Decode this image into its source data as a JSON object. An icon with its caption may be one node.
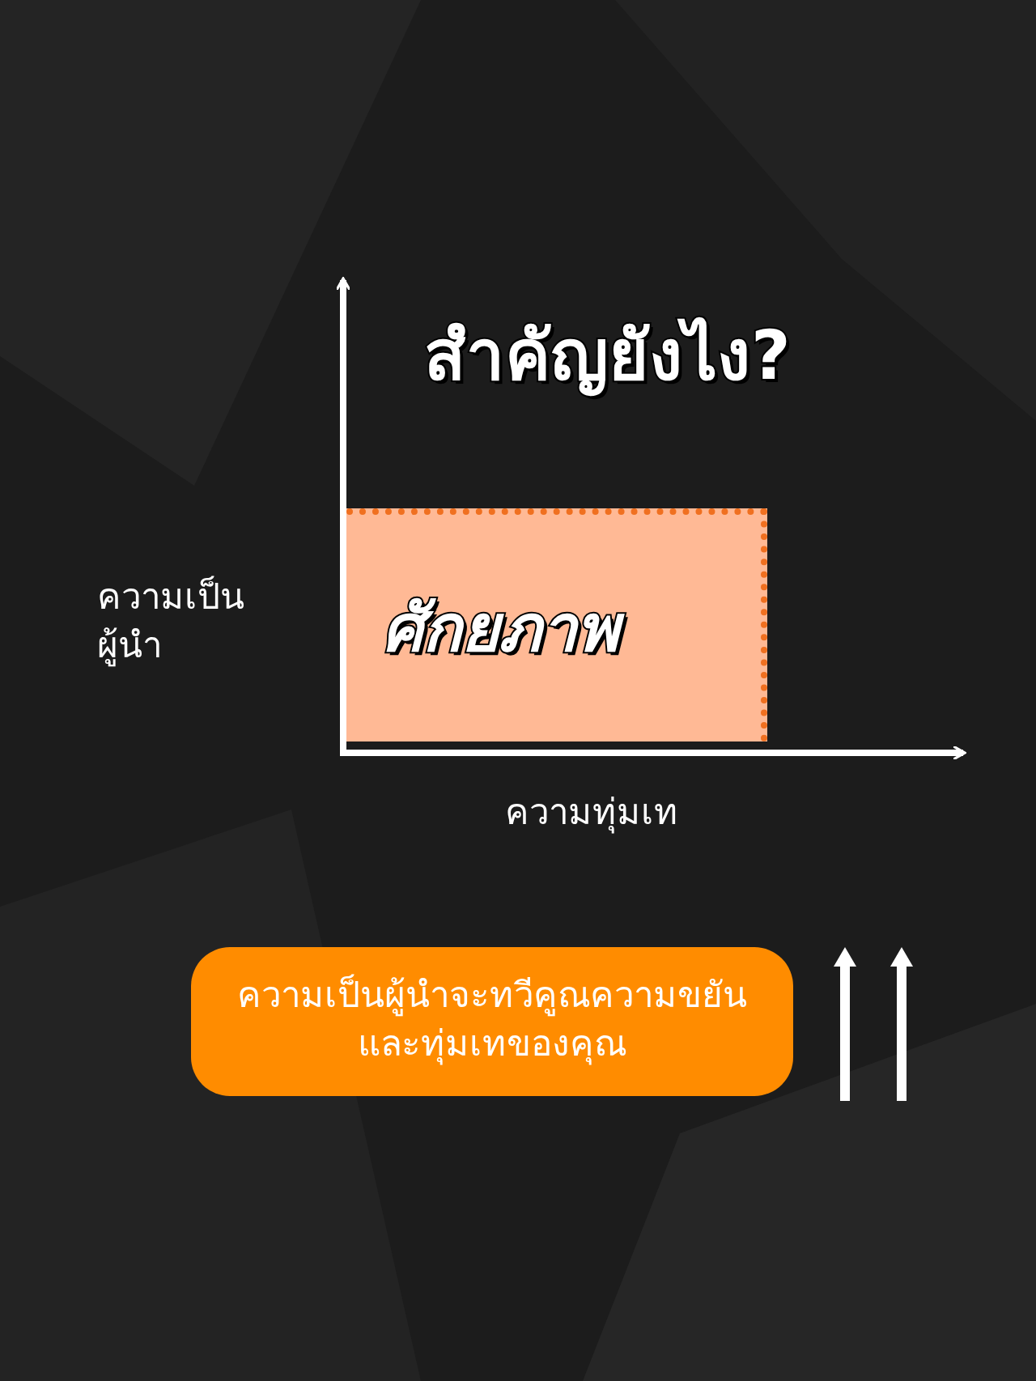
{
  "diagram": {
    "title": "สำคัญยังไง?",
    "nodes": [
      {
        "text": [
          "ศักยภาพ"
        ]
      },
      {
        "text": [
          "ความเป็นผู้นำจะทวีคูณความขยันและทุ่มเทของคุณ"
        ]
      }
    ],
    "labels": [
      "ความเป็นผู้นำ",
      "ความทุ่มเท"
    ]
  }
}
